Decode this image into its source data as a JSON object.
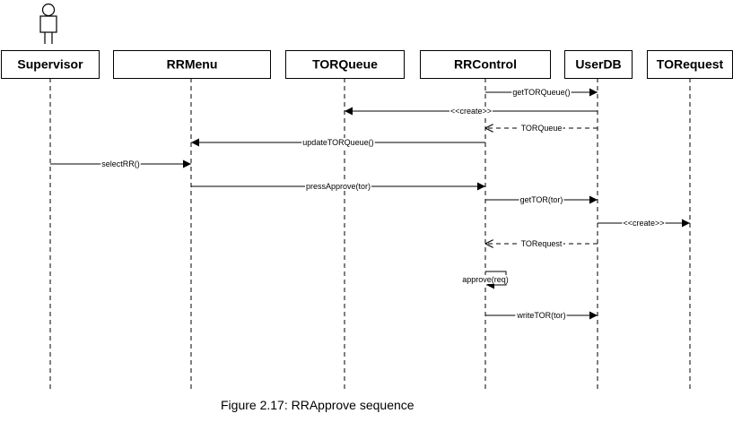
{
  "diagram": {
    "type": "sequence",
    "actor": "Supervisor",
    "participants": [
      "Supervisor",
      "RRMenu",
      "TORQueue",
      "RRControl",
      "UserDB",
      "TORequest"
    ],
    "messages": [
      {
        "from": "RRControl",
        "to": "UserDB",
        "label": "getTORQueue()",
        "kind": "sync"
      },
      {
        "from": "UserDB",
        "to": "TORQueue",
        "label": "<<create>>",
        "kind": "sync"
      },
      {
        "from": "UserDB",
        "to": "RRControl",
        "label": "TORQueue",
        "kind": "return"
      },
      {
        "from": "RRControl",
        "to": "RRMenu",
        "label": "updateTORQueue()",
        "kind": "sync"
      },
      {
        "from": "Supervisor",
        "to": "RRMenu",
        "label": "selectRR()",
        "kind": "sync"
      },
      {
        "from": "RRMenu",
        "to": "RRControl",
        "label": "pressApprove(tor)",
        "kind": "sync"
      },
      {
        "from": "RRControl",
        "to": "UserDB",
        "label": "getTOR(tor)",
        "kind": "sync"
      },
      {
        "from": "UserDB",
        "to": "TORequest",
        "label": "<<create>>",
        "kind": "sync"
      },
      {
        "from": "UserDB",
        "to": "RRControl",
        "label": "TORequest",
        "kind": "return"
      },
      {
        "from": "RRControl",
        "to": "RRControl",
        "label": "approve(req)",
        "kind": "self"
      },
      {
        "from": "RRControl",
        "to": "UserDB",
        "label": "writeTOR(tor)",
        "kind": "sync"
      }
    ]
  },
  "caption": "Figure 2.17: RRApprove sequence"
}
